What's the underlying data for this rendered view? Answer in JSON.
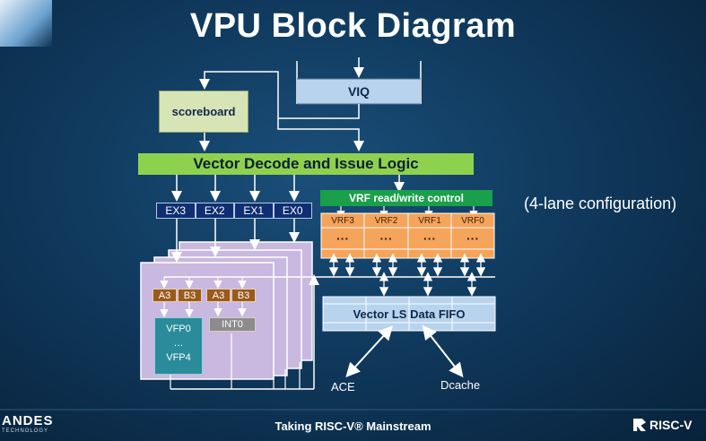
{
  "title": "VPU Block Diagram",
  "viq": "VIQ",
  "scoreboard": "scoreboard",
  "decode": "Vector Decode and Issue Logic",
  "ex_units": [
    "EX3",
    "EX2",
    "EX1",
    "EX0"
  ],
  "vrf_control": "VRF read/write control",
  "vrf_banks": [
    "VRF3",
    "VRF2",
    "VRF1",
    "VRF0"
  ],
  "vrf_dots": "···",
  "lane_ops": [
    "A3",
    "B3",
    "A3",
    "B3"
  ],
  "vfp": {
    "top": "VFP0",
    "dots": "…",
    "bottom": "VFP4"
  },
  "int_unit": "INT0",
  "ls_fifo": "Vector LS Data FIFO",
  "ace": "ACE",
  "dcache": "Dcache",
  "config_note": "(4-lane configuration)",
  "footer": {
    "center": "Taking RISC-V® Mainstream",
    "left_logo": "ANDES",
    "left_logo_sub": "TECHNOLOGY",
    "right_logo": "RISC-V"
  },
  "colors": {
    "decode": "#8ed14f",
    "vrf_control": "#1aa04a",
    "vrf_bank": "#f5a45b",
    "lane": "#c9b8e0",
    "ls_fifo": "#b7d3ee",
    "ex": "#0f2f72",
    "scoreboard": "#d7e4b6",
    "vfp": "#2a8c9b",
    "int": "#8c8c8c",
    "op": "#9a5a1c"
  }
}
